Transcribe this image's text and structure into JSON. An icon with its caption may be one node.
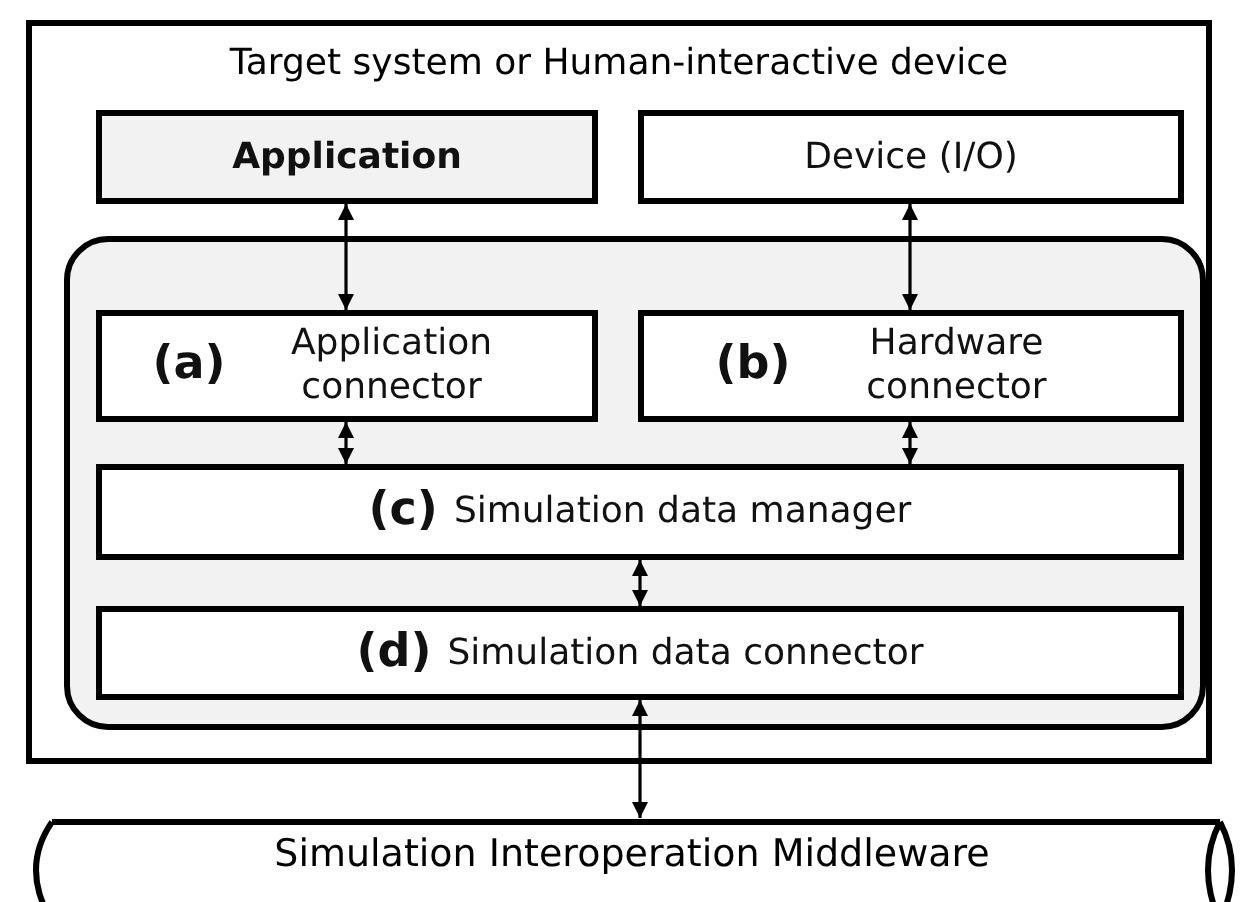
{
  "diagram": {
    "nodes": [
      {
        "text": [
          "Target system or Human-interactive device"
        ]
      },
      {
        "text": [
          "Application"
        ],
        "in": 0
      },
      {
        "text": [
          "Device (I/O)"
        ],
        "in": 0
      },
      {
        "text": [],
        "shape": "box",
        "in": 0
      },
      {
        "text": [
          "(a)",
          "Application connector"
        ],
        "in": 3
      },
      {
        "text": [
          "(b)",
          "Hardware connector"
        ],
        "in": 3
      },
      {
        "text": [
          "(c)",
          "Simulation data manager"
        ],
        "in": 3
      },
      {
        "text": [
          "(d)",
          "Simulation data connector"
        ],
        "in": 3
      },
      {
        "text": [
          "Simulation Interoperation Middleware"
        ]
      }
    ],
    "edges": [
      {
        "from": 1,
        "to": 4,
        "arrow": "both"
      },
      {
        "from": 2,
        "to": 5,
        "arrow": "both"
      },
      {
        "from": 4,
        "to": 6,
        "arrow": "both"
      },
      {
        "from": 5,
        "to": 6,
        "arrow": "both"
      },
      {
        "from": 6,
        "to": 7,
        "arrow": "both"
      },
      {
        "from": 7,
        "to": 8,
        "arrow": "both"
      }
    ]
  }
}
